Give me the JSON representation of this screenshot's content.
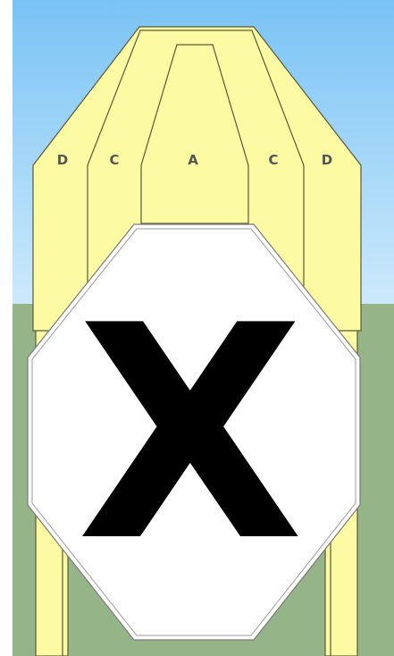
{
  "scene": {
    "sky_top_color": "#79c3f5",
    "sky_bottom_color": "#cde9fb",
    "ground_color": "#95b589",
    "target_color": "#fdfaa4",
    "target_outline": "#5a5a3a",
    "plate_color": "#ffffff",
    "plate_outline": "#7a7a7a"
  },
  "target": {
    "zone_labels": [
      "D",
      "C",
      "A",
      "C",
      "D"
    ]
  },
  "plate": {
    "symbol": "X",
    "symbol_color": "#000000"
  }
}
